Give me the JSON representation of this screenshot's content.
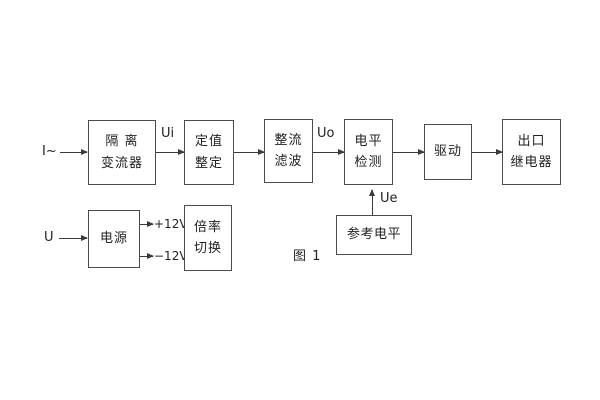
{
  "diagram": {
    "caption": "图 1",
    "inputs": {
      "current": "I~",
      "voltage": "U"
    },
    "signals": {
      "ui": "Ui",
      "uo": "Uo",
      "ue": "Ue",
      "pos12": "+12V",
      "neg12": "−12V"
    },
    "blocks": {
      "isolation": {
        "line1": "隔 离",
        "line2": "变流器"
      },
      "setting": {
        "line1": "定值",
        "line2": "整定"
      },
      "rectify": {
        "line1": "整流",
        "line2": "滤波"
      },
      "level": {
        "line1": "电平",
        "line2": "检测"
      },
      "drive": {
        "label": "驱动"
      },
      "outlet": {
        "line1": "出口",
        "line2": "继电器"
      },
      "power": {
        "label": "电源"
      },
      "ratio": {
        "line1": "倍率",
        "line2": "切换"
      },
      "reference": {
        "label": "参考电平"
      }
    },
    "colors": {
      "line": "#3a3a3a",
      "box_border": "#4a4a4a",
      "background": "#ffffff",
      "text": "#222222"
    }
  }
}
